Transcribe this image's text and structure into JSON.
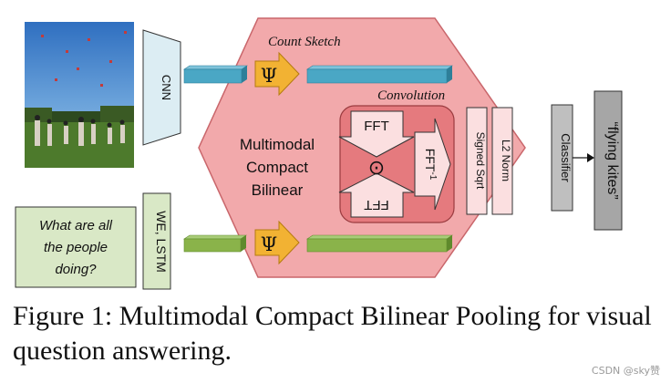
{
  "figure": {
    "count_sketch_label": "Count Sketch",
    "convolution_label": "Convolution",
    "cnn_label": "CNN",
    "lstm_label": "WE, LSTM",
    "psi_symbol": "Ψ",
    "mcb_line1": "Multimodal",
    "mcb_line2": "Compact",
    "mcb_line3": "Bilinear",
    "fft_top": "FFT",
    "fft_bottom": "FFT",
    "ifft_label": "FFT",
    "ifft_superscript": "-1",
    "odot_symbol": "⊙",
    "signed_sqrt_label": "Signed Sqrt",
    "l2_norm_label": "L2 Norm",
    "classifier_label": "Classifier",
    "answer_label": "“flying kites”",
    "question_line1": "What are all",
    "question_line2": "the people",
    "question_line3": "doing?"
  },
  "caption": "Figure 1: Multimodal Compact Bilinear Pooling for visual question answering.",
  "watermark": "CSDN @sky赞",
  "colors": {
    "hexagon_fill": "#f2a9ab",
    "hexagon_stroke": "#c9666b",
    "conv_fill": "#e57a7e",
    "cnn_fill": "#dcedf3",
    "vector_blue": "#4aa7c5",
    "vector_green": "#8ab34a",
    "question_fill": "#d9e8c6",
    "psi_fill": "#f2b233",
    "fft_fill": "#fbdfe0",
    "gray_box": "#bfbfbf"
  }
}
